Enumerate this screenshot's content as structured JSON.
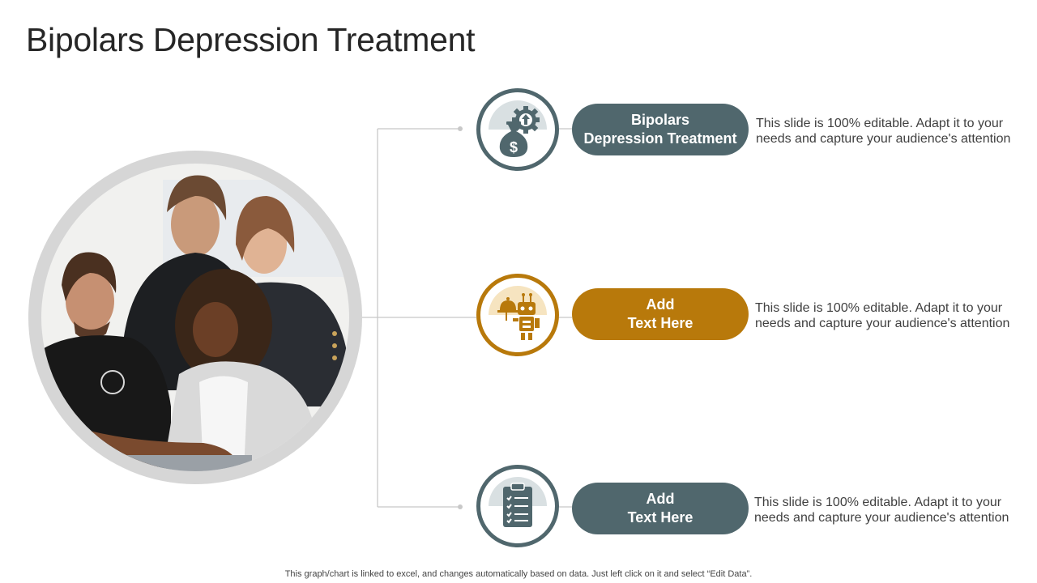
{
  "title": "Bipolars Depression Treatment",
  "photo": {
    "alt": "people-at-laptop-photo"
  },
  "items": [
    {
      "icon": "money-bag-gear-icon",
      "pill_line1": "Bipolars",
      "pill_line2": "Depression Treatment",
      "desc_line1": "This slide is 100% editable. Adapt it to your",
      "desc_line2": "needs and capture your audience's attention",
      "color": "#50676d",
      "tint": "#d9e0e2"
    },
    {
      "icon": "robot-waiter-icon",
      "pill_line1": "Add",
      "pill_line2": "Text Here",
      "desc_line1": "This slide is 100% editable. Adapt it to your",
      "desc_line2": "needs and capture your audience's attention",
      "color": "#b8790b",
      "tint": "#f6e4c0"
    },
    {
      "icon": "clipboard-checklist-icon",
      "pill_line1": "Add",
      "pill_line2": "Text Here",
      "desc_line1": "This slide is 100% editable. Adapt it to your",
      "desc_line2": "needs and capture your audience's attention",
      "color": "#50676d",
      "tint": "#d9e0e2"
    }
  ],
  "footer": "This graph/chart is linked to excel,  and changes automatically based on data. Just left click on it and select “Edit Data”."
}
